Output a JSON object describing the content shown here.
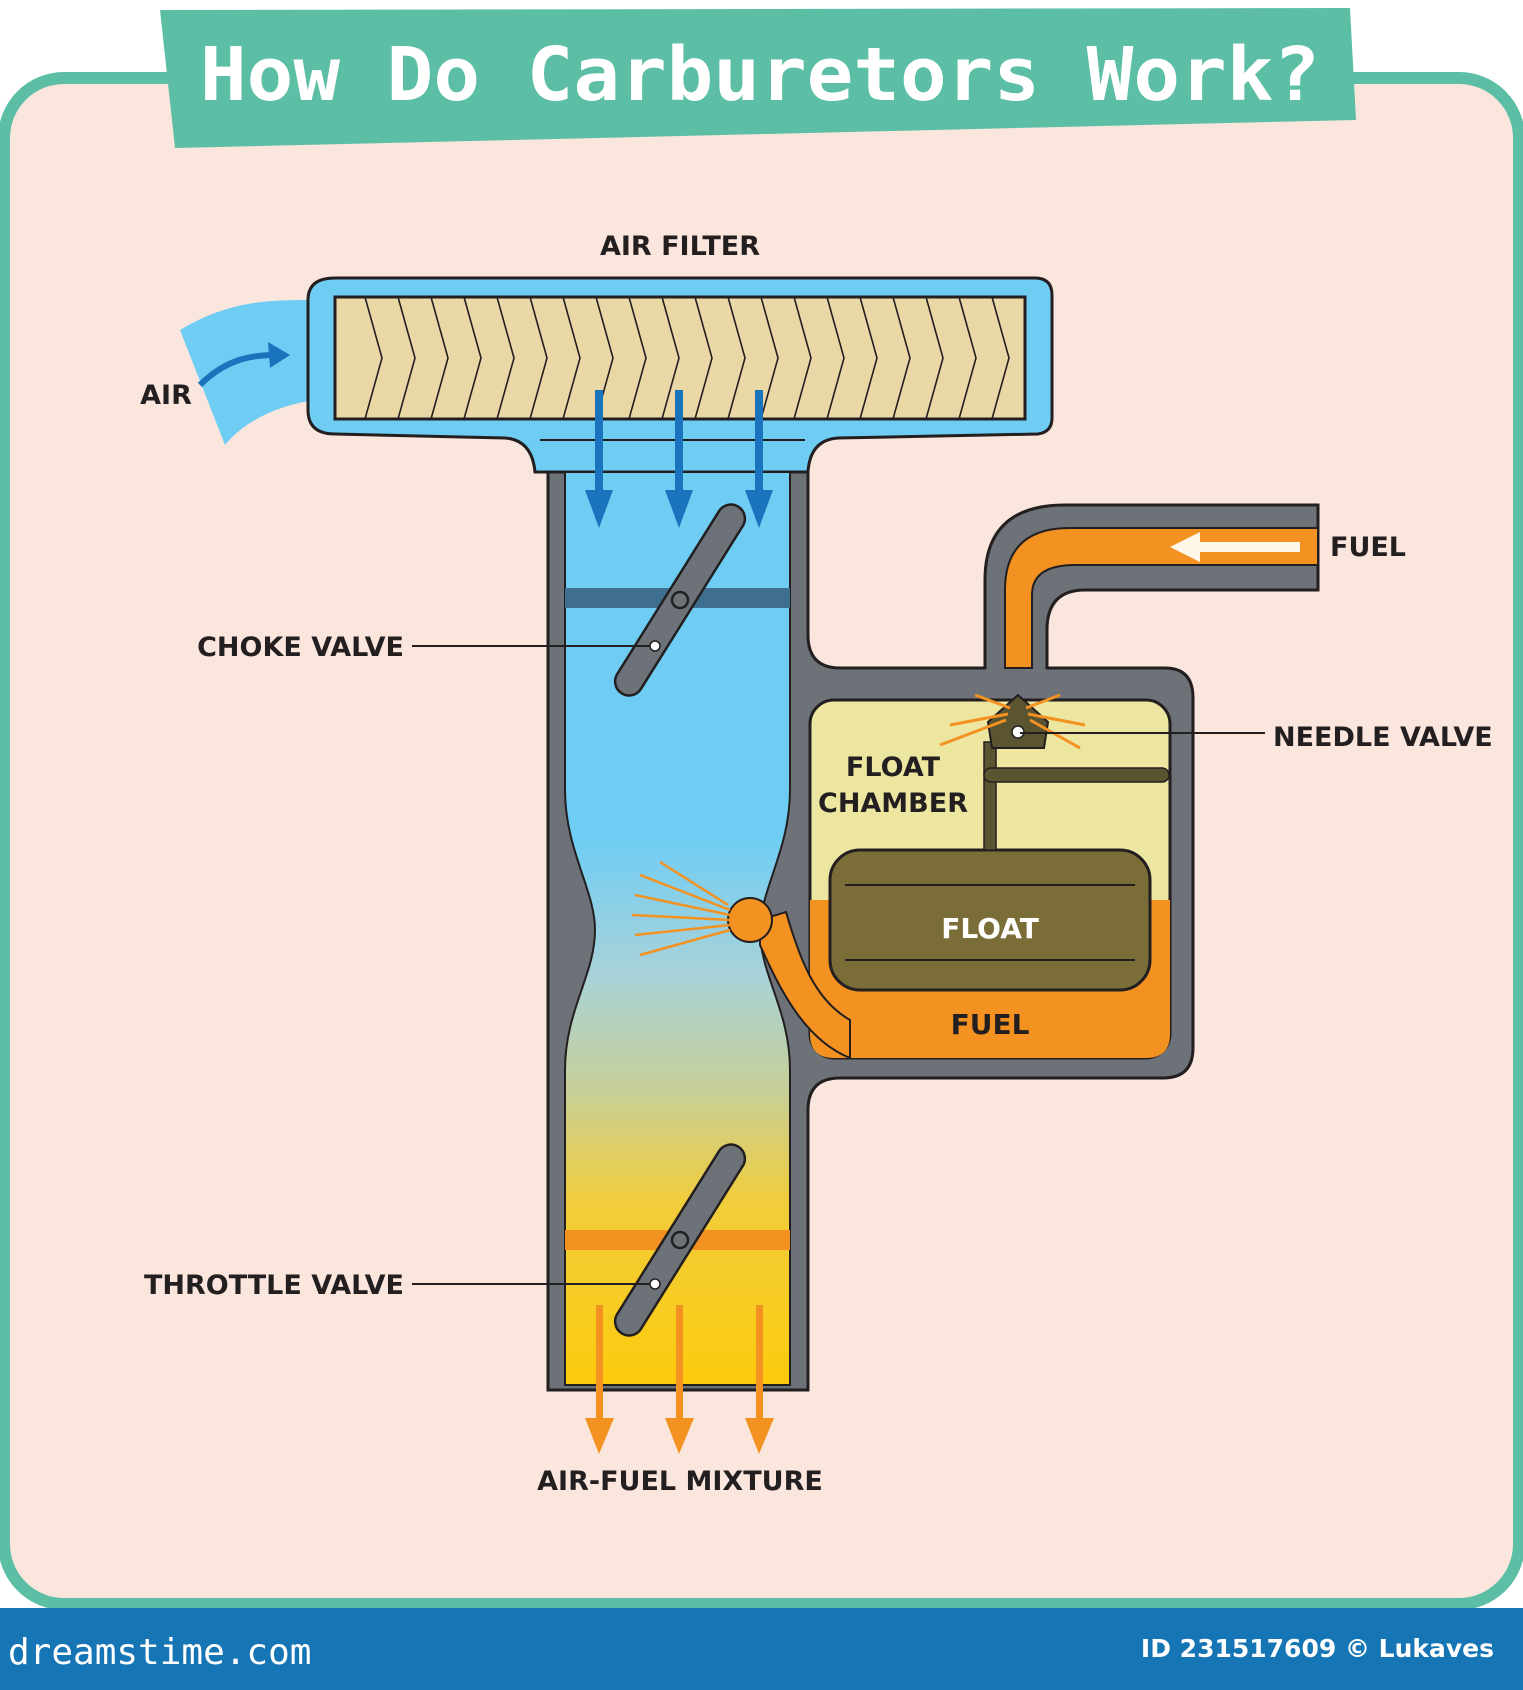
{
  "title": "How Do Carburetors Work?",
  "labels": {
    "air_filter": "AIR FILTER",
    "air": "AIR",
    "fuel_inlet": "FUEL",
    "choke_valve": "CHOKE VALVE",
    "needle_valve": "NEEDLE VALVE",
    "float_chamber_line1": "FLOAT",
    "float_chamber_line2": "CHAMBER",
    "float": "FLOAT",
    "fuel_reservoir": "FUEL",
    "throttle_valve": "THROTTLE VALVE",
    "mixture": "AIR-FUEL MIXTURE"
  },
  "footer": {
    "site": "dreamstime.com",
    "credit": "ID 231517609 © Lukaves"
  },
  "colors": {
    "frame": "#5cbfa5",
    "background": "#fbe6dd",
    "body_gray": "#6c7278",
    "air_blue": "#6fcdf4",
    "arrow_blue": "#1a73bd",
    "filter_tan": "#ead7a6",
    "fuel_orange": "#f39121",
    "chamber_yellow": "#ede6a0",
    "float_olive": "#7a6d38",
    "mixture_yellow": "#fccb0d",
    "footer_blue": "#1575b5"
  }
}
